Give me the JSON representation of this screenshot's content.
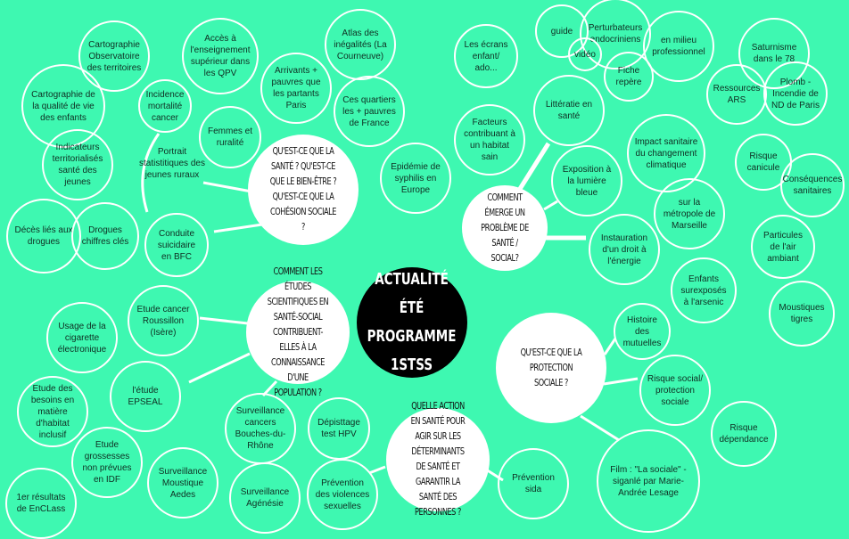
{
  "colors": {
    "background": "#3ef8b1",
    "hub": "#ffffff",
    "center": "#000000",
    "line": "#ffffff"
  },
  "center": {
    "title": "Actualité été programme 1STSS"
  },
  "hubs": [
    {
      "id": "sante",
      "label": "Qu'est-ce que la santé ? Qu'est-ce que le bien-être ? Qu'est-ce que la cohésion sociale ?"
    },
    {
      "id": "probleme",
      "label": "Comment émerge un problème de santé / social?"
    },
    {
      "id": "etudes",
      "label": "Comment les études scientifiques en santé-social contribuent-elles à la connaissance d'une population ?"
    },
    {
      "id": "protection",
      "label": "Qu'est-ce que la protection sociale ?"
    },
    {
      "id": "action",
      "label": "Quelle action en santé pour agir sur les déterminants de santé et garantir la santé des personnes ?"
    }
  ],
  "free_labels": [
    {
      "label": "Portrait statistitiques des jeunes ruraux"
    }
  ],
  "leaves": [
    {
      "label": "Cartographie Observatoire des territoires"
    },
    {
      "label": "Cartographie de la qualité de vie des enfants"
    },
    {
      "label": "Indicateurs territorialisés santé des jeunes"
    },
    {
      "label": "Décès liés aux drogues"
    },
    {
      "label": "Drogues chiffres clés"
    },
    {
      "label": "Incidence mortalité cancer"
    },
    {
      "label": "Accès à l'enseignement supérieur dans les QPV"
    },
    {
      "label": "Femmes et ruralité"
    },
    {
      "label": "Conduite suicidaire en BFC"
    },
    {
      "label": "Arrivants + pauvres que les partants Paris"
    },
    {
      "label": "Atlas des inégalités (La Courneuve)"
    },
    {
      "label": "Ces quartiers les + pauvres de France"
    },
    {
      "label": "Epidémie de syphilis en Europe"
    },
    {
      "label": "Les écrans enfant/ ado..."
    },
    {
      "label": "Facteurs contribuant à un habitat sain"
    },
    {
      "label": "guide"
    },
    {
      "label": "Perturbateurs endocriniens"
    },
    {
      "label": "vidéo"
    },
    {
      "label": "en milieu professionnel"
    },
    {
      "label": "Fiche repère"
    },
    {
      "label": "Littératie en santé"
    },
    {
      "label": "Exposition à la lumière bleue"
    },
    {
      "label": "Impact sanitaire du changement climatique"
    },
    {
      "label": "sur la métropole de Marseille"
    },
    {
      "label": "Instauration d'un droit à l'énergie"
    },
    {
      "label": "Saturnisme dans le 78"
    },
    {
      "label": "Ressources ARS"
    },
    {
      "label": "Plomb - Incendie de ND de Paris"
    },
    {
      "label": "Risque canicule"
    },
    {
      "label": "Conséquences sanitaires"
    },
    {
      "label": "Particules de l'air ambiant"
    },
    {
      "label": "Enfants surexposés à l'arsenic"
    },
    {
      "label": "Moustiques tigres"
    },
    {
      "label": "Histoire des mutuelles"
    },
    {
      "label": "Risque social/ protection sociale"
    },
    {
      "label": "Risque dépendance"
    },
    {
      "label": "Film : \"La sociale\" - siganlé par Marie-Andrée Lesage"
    },
    {
      "label": "Prévention sida"
    },
    {
      "label": "Etude cancer Roussillon (Isère)"
    },
    {
      "label": "Usage de la cigarette électronique"
    },
    {
      "label": "l'étude EPSEAL"
    },
    {
      "label": "Etude des besoins en matière d'habitat inclusif"
    },
    {
      "label": "Etude grossesses non prévues en IDF"
    },
    {
      "label": "1er résultats de EnCLass"
    },
    {
      "label": "Surveillance Moustique Aedes"
    },
    {
      "label": "Surveillance cancers Bouches-du-Rhône"
    },
    {
      "label": "Surveillance Agénésie"
    },
    {
      "label": "Dépisttage test HPV"
    },
    {
      "label": "Prévention des violences sexuelles"
    }
  ]
}
